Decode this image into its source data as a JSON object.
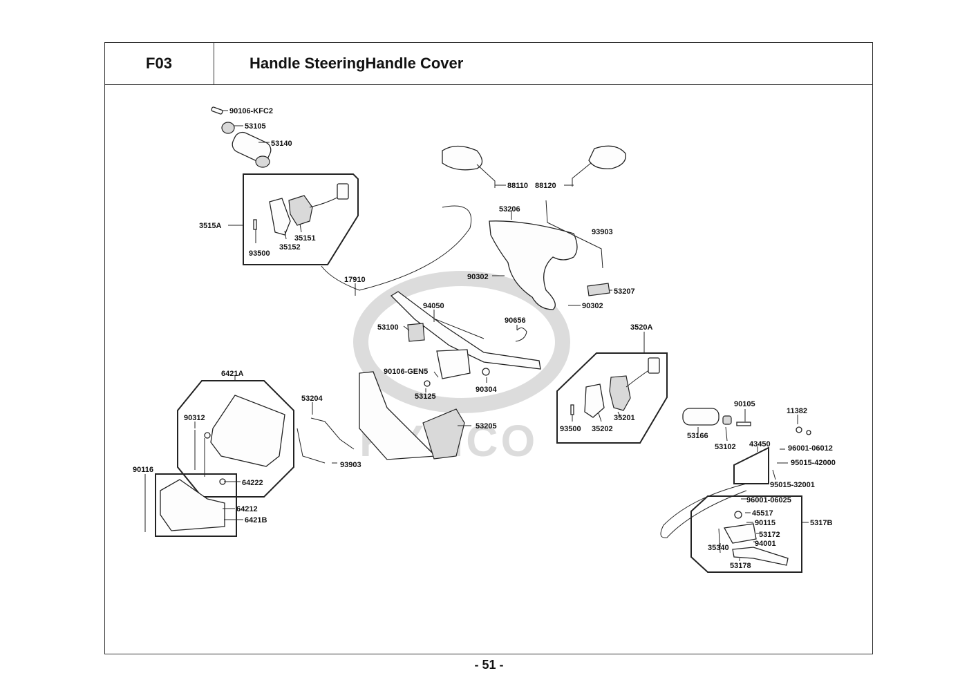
{
  "header": {
    "section_code": "F03",
    "title": "Handle SteeringHandle Cover"
  },
  "footer": {
    "page_number": "- 51 -"
  },
  "watermark": {
    "brand": "KYMCO"
  },
  "parts": {
    "p90106_kfc2": "90106-KFC2",
    "p53105": "53105",
    "p53140": "53140",
    "p3515a": "3515A",
    "p93500_a": "93500",
    "p35152": "35152",
    "p35151": "35151",
    "p17910": "17910",
    "p88110": "88110",
    "p88120": "88120",
    "p53206": "53206",
    "p93903_a": "93903",
    "p90302_a": "90302",
    "p53207": "53207",
    "p90302_b": "90302",
    "p94050": "94050",
    "p53100": "53100",
    "p90656": "90656",
    "p3520a": "3520A",
    "p90106_gen5": "90106-GEN5",
    "p53125": "53125",
    "p90304": "90304",
    "p6421a": "6421A",
    "p90312": "90312",
    "p64222": "64222",
    "p53204": "53204",
    "p53205": "53205",
    "p93903_b": "93903",
    "p93500_b": "93500",
    "p35202": "35202",
    "p35201": "35201",
    "p90105": "90105",
    "p11382": "11382",
    "p53166": "53166",
    "p53102": "53102",
    "p43450": "43450",
    "p96001_06012": "96001-06012",
    "p95015_42000": "95015-42000",
    "p95015_32001": "95015-32001",
    "p90116": "90116",
    "p64212": "64212",
    "p6421b": "6421B",
    "p96001_06025": "96001-06025",
    "p45517": "45517",
    "p90115": "90115",
    "p53172": "53172",
    "p35340": "35340",
    "p94001": "94001",
    "p53178": "53178",
    "p5317b": "5317B"
  }
}
